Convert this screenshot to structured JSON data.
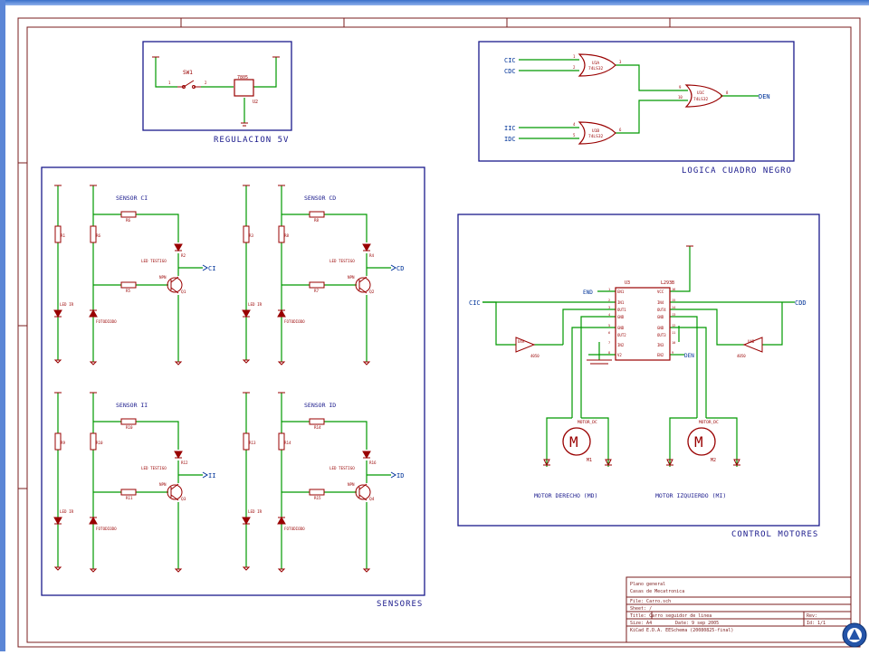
{
  "sections": {
    "reg": "REGULACION 5V",
    "logic": "LOGICA CUADRO NEGRO",
    "sensors": "SENSORES",
    "motors": "CONTROL MOTORES"
  },
  "regulator": {
    "switch": "SW1",
    "ic": "7805",
    "ref": "U2",
    "pin1": "1",
    "pin2": "2"
  },
  "logic": {
    "in1": "CIC",
    "in2": "CDC",
    "in3": "IIC",
    "in4": "IDC",
    "gate_a": "U1A",
    "gate_b": "U1B",
    "gate_c": "U1C",
    "chip": "74LS32",
    "out": "DEN",
    "p1": "1",
    "p2": "2",
    "p3": "3",
    "p4": "4",
    "p5": "5",
    "p6": "6",
    "p8": "8",
    "p9": "9",
    "p10": "10"
  },
  "sensors": {
    "ci": "SENSOR CI",
    "cd": "SENSOR CD",
    "ii": "SENSOR II",
    "id": "SENSOR ID",
    "led_ir": "LED IR",
    "foto": "FOTODIODO",
    "led_t": "LED TESTIGO",
    "npn": "NPN",
    "out_ci": "CI",
    "out_cd": "CD",
    "out_ii": "II",
    "out_id": "ID",
    "r6": "R6",
    "r5": "R5",
    "r1": "R1",
    "r2": "R2",
    "r3": "R3",
    "r4": "R4",
    "r7": "R7",
    "r8": "R8",
    "r9": "R9",
    "r10": "R10",
    "r11": "R11",
    "r12": "R12",
    "r13": "R13",
    "r14": "R14",
    "r15": "R15",
    "r16": "R16",
    "q1": "Q1",
    "q2": "Q2",
    "q3": "Q3",
    "q4": "Q4"
  },
  "motors": {
    "ic": "L293B",
    "ref": "U3",
    "in_left": "CIC",
    "in_right": "CDD",
    "en": "END",
    "den": "DEN",
    "buf1": "U4A",
    "buf2": "U4B",
    "buf_chip": "4050",
    "m1": "MOTOR_DC",
    "m2": "MOTOR_DC",
    "m1ref": "M1",
    "m2ref": "M2",
    "m_glyph": "M",
    "lbl_right": "MOTOR DERECHO (MD)",
    "lbl_left": "MOTOR IZQUIERDO (MI)",
    "pins_left": [
      "EN1",
      "IN1",
      "OUT1",
      "GND",
      "GND",
      "OUT2",
      "IN2",
      "V2"
    ],
    "pins_right": [
      "VCC",
      "IN4",
      "OUT4",
      "GND",
      "GND",
      "OUT3",
      "IN3",
      "EN2"
    ],
    "pin_nums_left": [
      "1",
      "2",
      "3",
      "4",
      "5",
      "6",
      "7",
      "8"
    ],
    "pin_nums_right": [
      "16",
      "15",
      "14",
      "13",
      "12",
      "11",
      "10",
      "9"
    ]
  },
  "title_block": {
    "line1": "Plano general",
    "line2": "Casas de Mecatronica",
    "file": "File: Carro.sch",
    "sheet": "Sheet: /",
    "title": "Title: Carro seguidor de linea",
    "size": "Size: A4",
    "date": "Date: 9 sep 2005",
    "rev": "Rev:",
    "kicad": "KiCad E.D.A.  EESchema (20080825-final)",
    "id": "Id: 1/1"
  },
  "colors": {
    "wire": "#009900",
    "part": "#990000",
    "frame": "#7a1c1c",
    "box": "#1a1a8c",
    "label": "#003399"
  }
}
